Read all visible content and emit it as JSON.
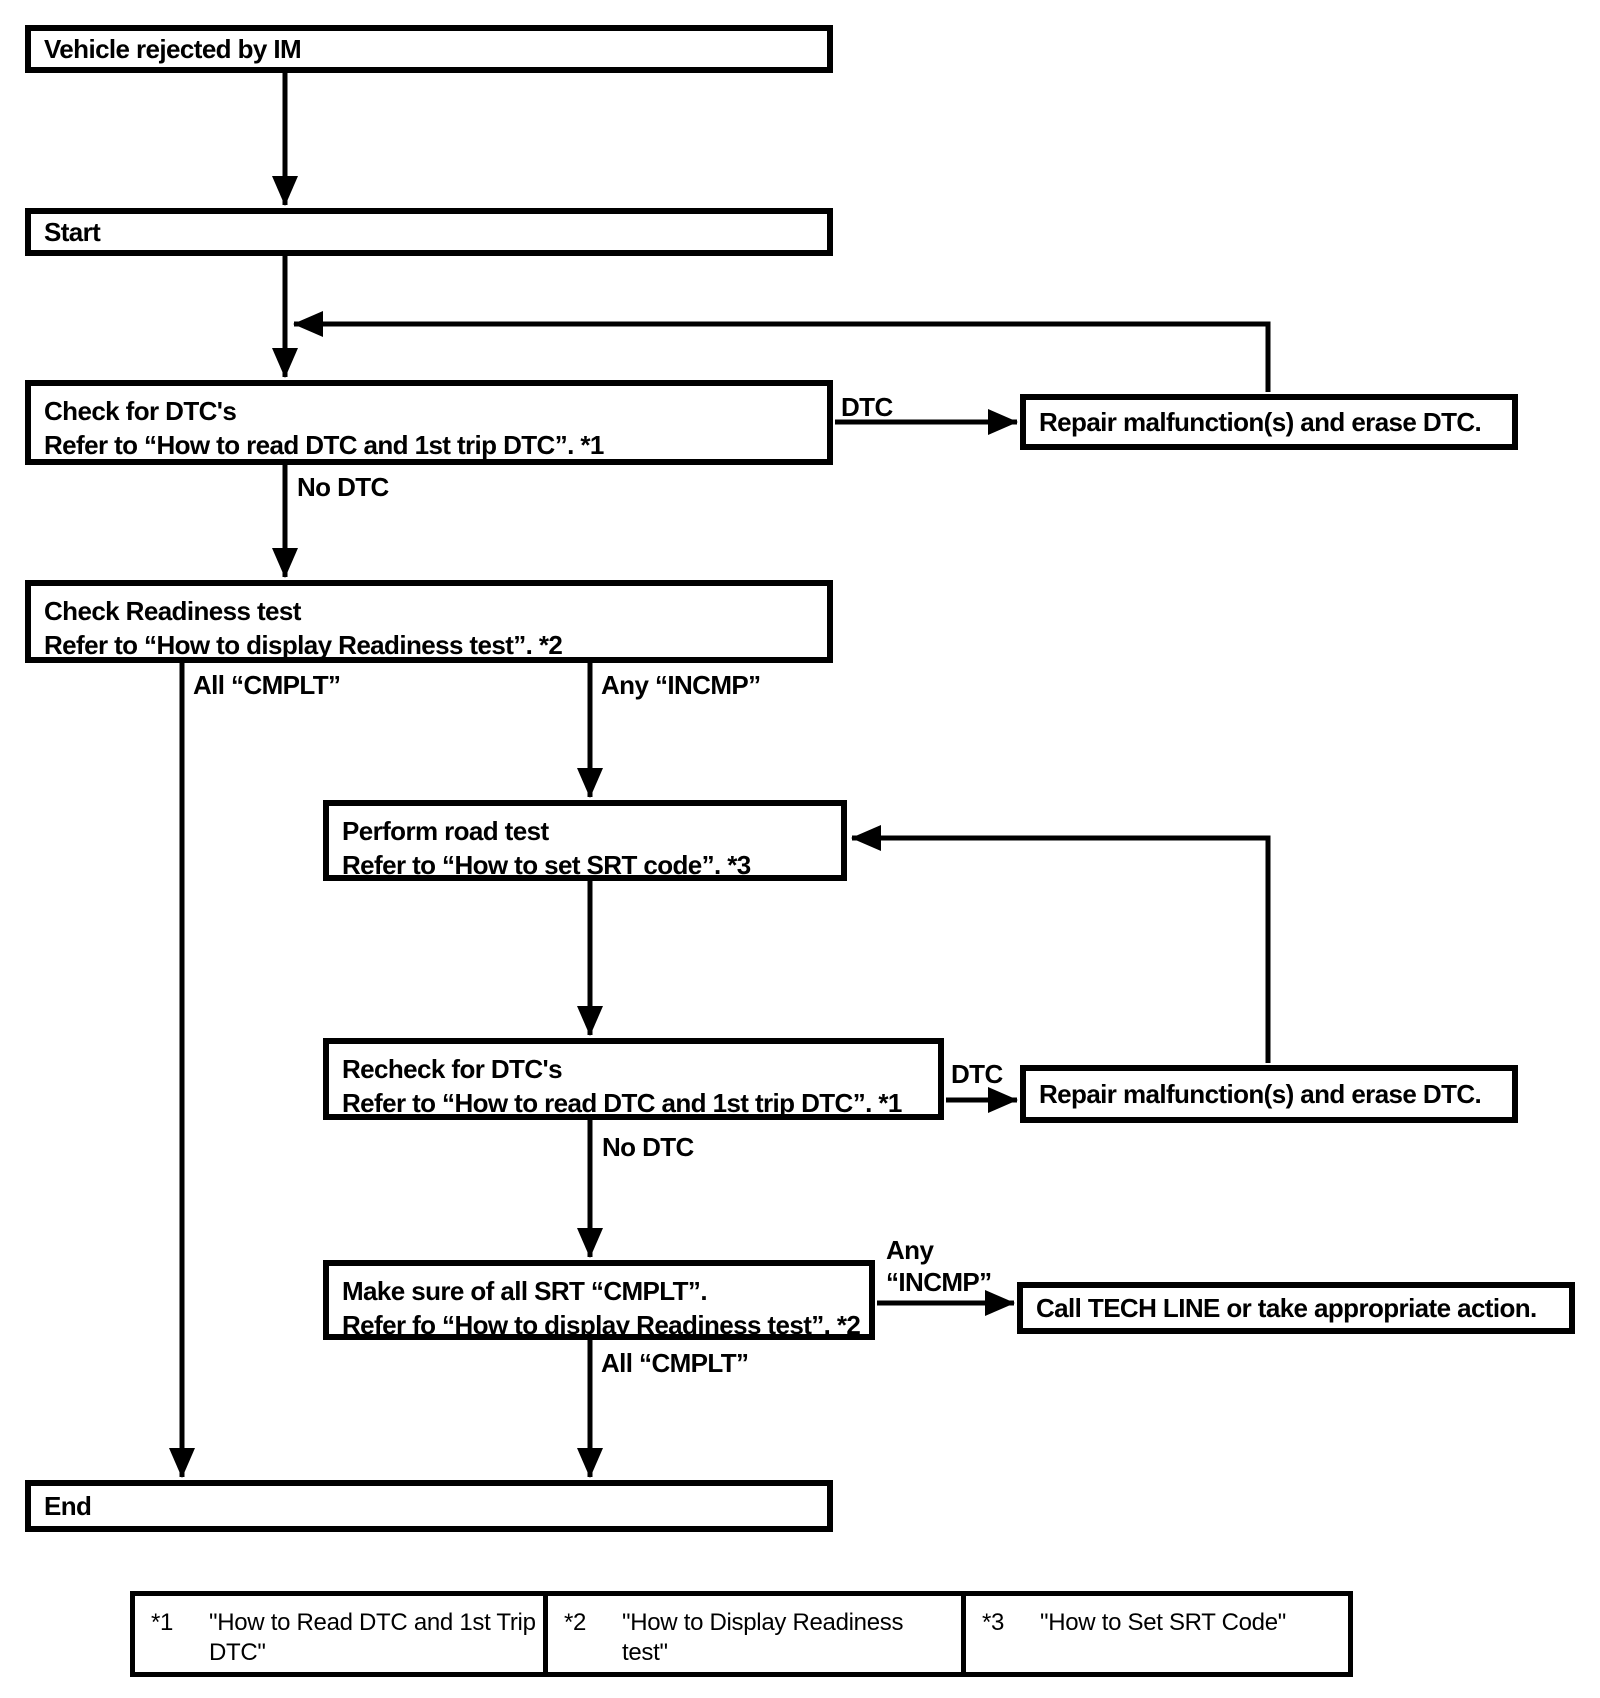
{
  "diagram": {
    "nodes": {
      "vehicle_rejected": {
        "line1": "Vehicle rejected by IM"
      },
      "start": {
        "line1": "Start"
      },
      "check_dtc": {
        "line1": "Check for DTC's",
        "line2": "Refer to “How to read DTC and 1st trip DTC”. *1"
      },
      "repair_1": {
        "line1": "Repair malfunction(s) and erase DTC."
      },
      "check_readiness": {
        "line1": "Check Readiness test",
        "line2": "Refer to “How to display Readiness test”. *2"
      },
      "road_test": {
        "line1": "Perform road test",
        "line2": "Refer to “How to set SRT code”. *3"
      },
      "recheck_dtc": {
        "line1": "Recheck for DTC's",
        "line2": "Refer to “How to read DTC and 1st trip DTC”. *1"
      },
      "repair_2": {
        "line1": "Repair malfunction(s) and erase DTC."
      },
      "make_sure_srt": {
        "line1": "Make sure of all SRT “CMPLT”.",
        "line2": "Refer fo “How to display Readiness test”. *2"
      },
      "tech_line": {
        "line1": "Call TECH LINE or take appropriate action."
      },
      "end": {
        "line1": "End"
      }
    },
    "edge_labels": {
      "dtc_1": "DTC",
      "no_dtc_1": "No DTC",
      "all_cmplt_1": "All “CMPLT”",
      "any_incmp_1": "Any “INCMP”",
      "dtc_2": "DTC",
      "no_dtc_2": "No DTC",
      "any_2_line1": "Any",
      "any_2_line2": "“INCMP”",
      "all_cmplt_2": "All “CMPLT”"
    },
    "footnotes": [
      {
        "ref": "*1",
        "text": "\"How to Read DTC and 1st Trip DTC\""
      },
      {
        "ref": "*2",
        "text": "\"How to Display Readiness test\""
      },
      {
        "ref": "*3",
        "text": "\"How to Set SRT Code\""
      }
    ]
  }
}
